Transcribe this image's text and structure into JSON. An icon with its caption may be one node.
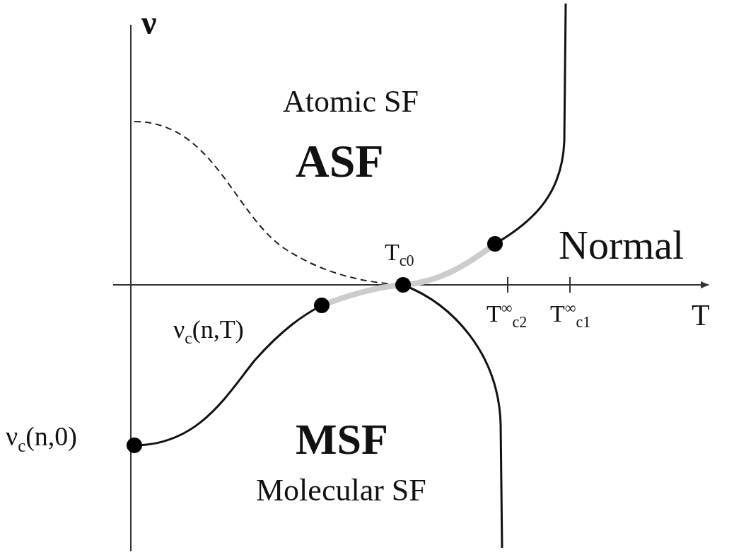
{
  "diagram": {
    "labels": [
      "ν",
      "Atomic SF",
      "ASF",
      "T$_{c0}$",
      "Normal",
      "ν$_{c}$(n,T)",
      "T$^{∞}$$_{c2}$",
      "T$^{∞}$$_{c1}$",
      "T",
      "ν$_{c}$(n,0)",
      "MSF",
      "Molecular SF"
    ]
  }
}
